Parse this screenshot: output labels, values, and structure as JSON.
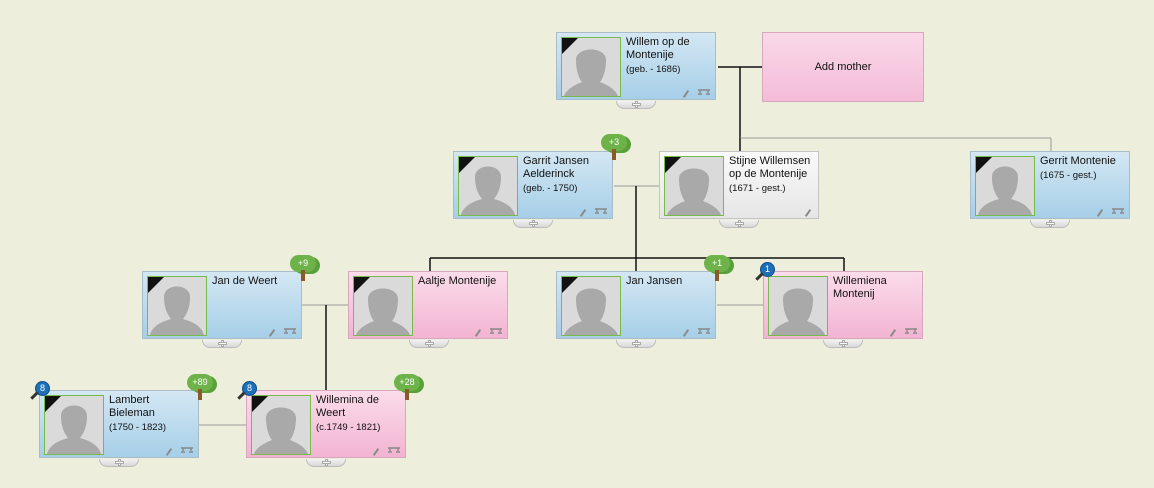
{
  "add_mother": {
    "label": "Add mother"
  },
  "people": [
    {
      "id": "willem",
      "name": "Willem op de Montenije",
      "dates": "(geb. - 1686)",
      "gender": "male",
      "deceased": true,
      "silhouette": "female"
    },
    {
      "id": "garrit",
      "name": "Garrit Jansen Aelderinck",
      "dates": "(geb. - 1750)",
      "gender": "male",
      "deceased": true,
      "silhouette": "male",
      "tree_badge": "+3"
    },
    {
      "id": "stijne",
      "name": "Stijne Willemsen op de Montenije",
      "dates": "(1671 -  gest.)",
      "gender": "unknown",
      "deceased": true,
      "silhouette": "female"
    },
    {
      "id": "gerrit",
      "name": "Gerrit Montenie",
      "dates": "(1675 -  gest.)",
      "gender": "male",
      "deceased": true,
      "silhouette": "male"
    },
    {
      "id": "jan_weert",
      "name": "Jan de Weert",
      "dates": "",
      "gender": "male",
      "deceased": true,
      "silhouette": "male",
      "tree_badge": "+9"
    },
    {
      "id": "aaltje",
      "name": "Aaltje Montenije",
      "dates": "",
      "gender": "female",
      "deceased": true,
      "silhouette": "female"
    },
    {
      "id": "jan_jansen",
      "name": "Jan Jansen",
      "dates": "",
      "gender": "male",
      "deceased": true,
      "silhouette": "female",
      "tree_badge": "+1"
    },
    {
      "id": "willemiena",
      "name": "Willemiena Montenij",
      "dates": "",
      "gender": "female",
      "deceased": false,
      "silhouette": "female",
      "match_badge": "1"
    },
    {
      "id": "lambert",
      "name": "Lambert Bieleman",
      "dates": "(1750 - 1823)",
      "gender": "male",
      "deceased": true,
      "silhouette": "male",
      "tree_badge": "+89",
      "match_badge": "8"
    },
    {
      "id": "willemina",
      "name": "Willemina de Weert",
      "dates": "(c.1749 - 1821)",
      "gender": "female",
      "deceased": true,
      "silhouette": "female",
      "tree_badge": "+28",
      "match_badge": "8"
    }
  ],
  "colors": {
    "background": "#eeeedd",
    "male": "#a6cfe8",
    "female": "#f2b4d2",
    "unknown": "#e6e6e6",
    "photo_border": "#79bb4a",
    "tree_badge": "#6db34a",
    "match_badge": "#1d6fb8"
  },
  "icons": [
    "edit-icon",
    "tree-switch-icon",
    "plus-icon",
    "tree-icon",
    "magnifier-icon",
    "deceased-ribbon-icon"
  ]
}
